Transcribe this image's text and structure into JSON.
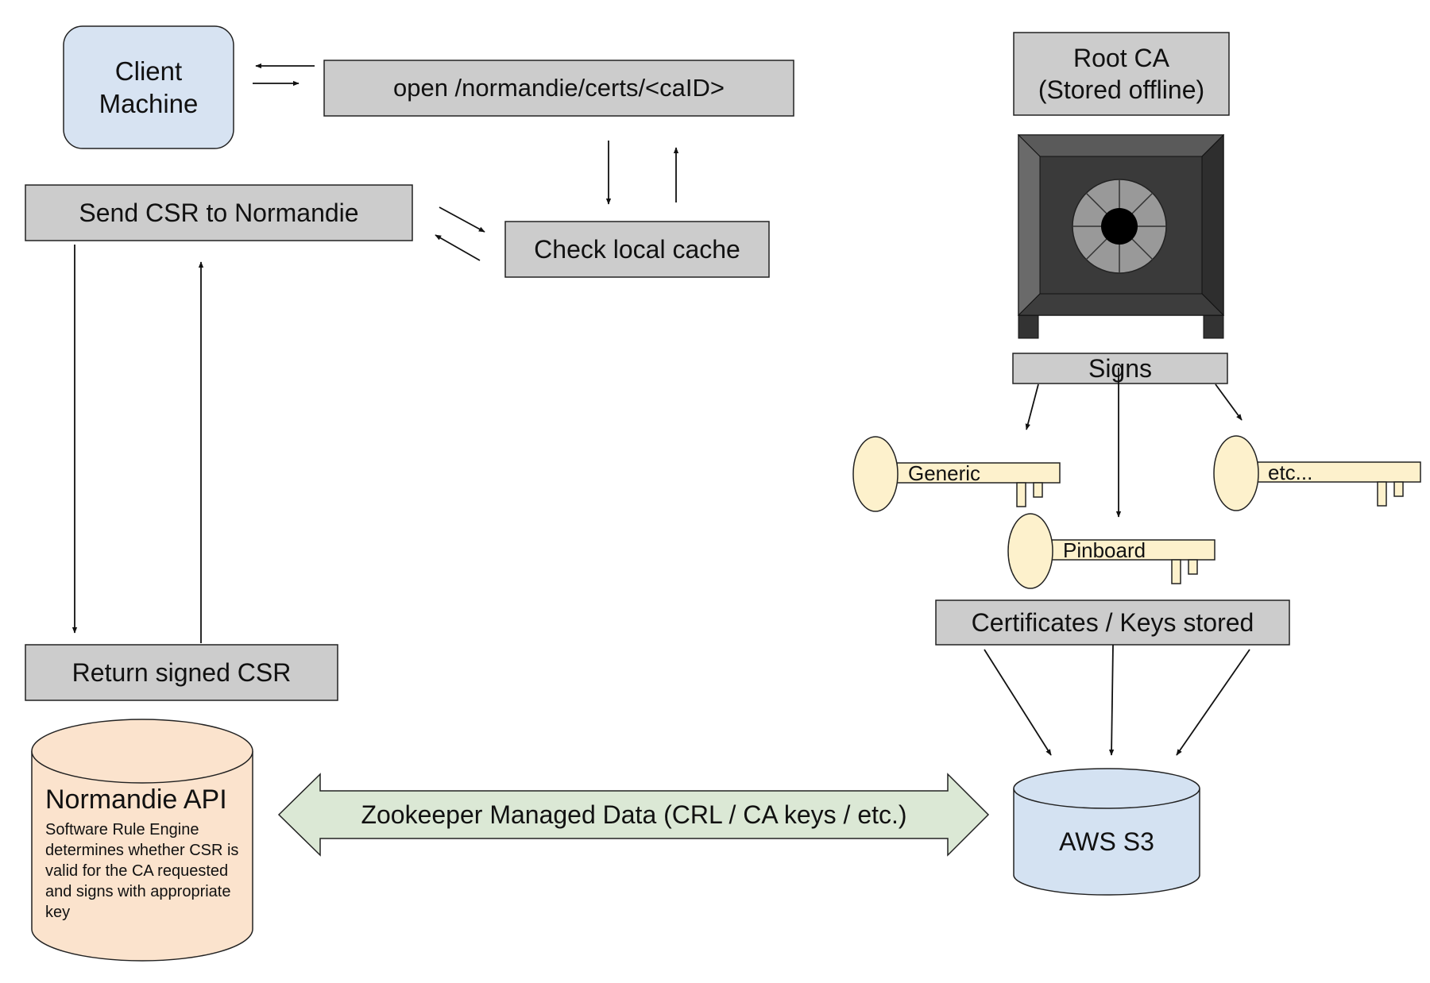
{
  "nodes": {
    "client_machine": "Client\nMachine",
    "open_certs": "open /normandie/certs/<caID>",
    "send_csr": "Send CSR to Normandie",
    "check_cache": "Check local cache",
    "return_signed": "Return signed CSR",
    "normandie_api_title": "Normandie API",
    "normandie_api_desc": "Software Rule Engine determines whether CSR is valid for the CA requested and signs with appropriate key",
    "zookeeper": "Zookeeper Managed Data (CRL / CA keys / etc.)",
    "aws_s3": "AWS S3",
    "root_ca": "Root CA\n(Stored offline)",
    "signs": "Signs",
    "certs_keys_stored": "Certificates / Keys stored"
  },
  "keys": {
    "generic": "Generic",
    "pinboard": "Pinboard",
    "etc": "etc..."
  },
  "icons": {
    "safe": "safe-icon",
    "key": "key-icon"
  },
  "colors": {
    "grey_box": "#cccccc",
    "client_blue": "#d7e3f2",
    "api_peach": "#fbe3cd",
    "s3_blue": "#d4e2f2",
    "zookeeper_green": "#dbe8d5",
    "key_cream": "#fdf1cc",
    "safe_dark": "#3a3a3a"
  }
}
